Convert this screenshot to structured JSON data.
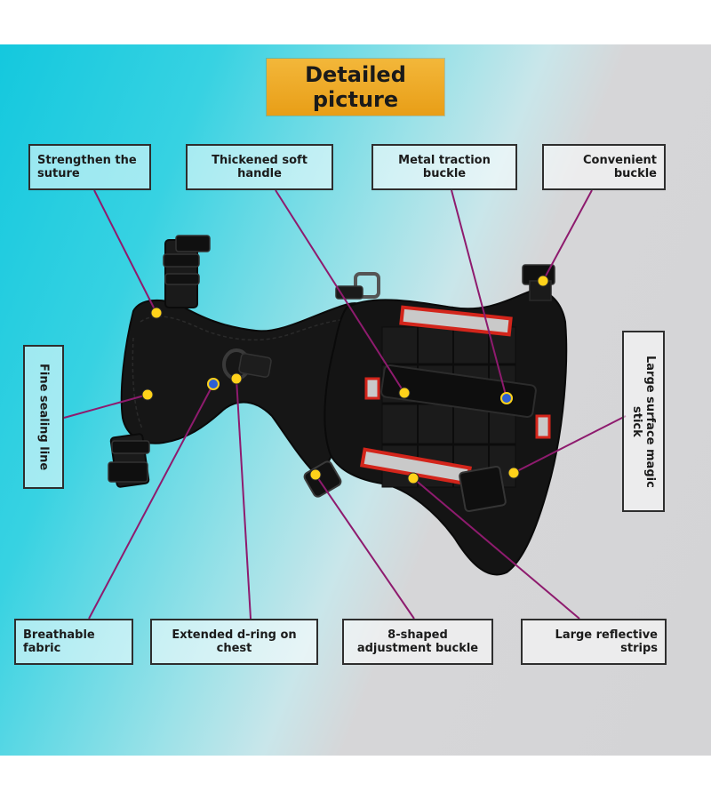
{
  "title": "Detailed\npicture",
  "callouts": {
    "strengthen_suture": "Strengthen the\nsuture",
    "thickened_handle": "Thickened soft\nhandle",
    "metal_traction_buckle": "Metal traction\nbuckle",
    "convenient_buckle": "Convenient\nbuckle",
    "fine_sealing_line": "Fine sealing line",
    "large_surface_magic_stick": "Large surface magic\nstick",
    "breathable_fabric": "Breathable\nfabric",
    "extended_d_ring": "Extended d-ring on\nchest",
    "eight_shaped_buckle": "8-shaped\nadjustment buckle",
    "large_reflective_strips": "Large reflective\nstrips"
  },
  "colors": {
    "title_bg": "#f0aa26",
    "leader_line": "#8e1b6e",
    "marker_yellow": "#ffd21a",
    "marker_blue": "#2d5fd3",
    "harness_body": "#151515",
    "reflective_red": "#d3251b"
  }
}
